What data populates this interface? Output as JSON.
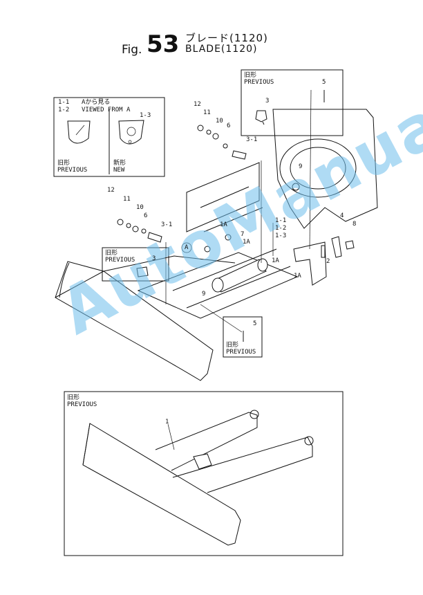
{
  "header": {
    "fig_prefix": "Fig.",
    "fig_number": "53",
    "title_jp": "ブレード(1120)",
    "title_en": "BLADE(1120)"
  },
  "inset_view_a": {
    "label_1_1": "1-1",
    "view_jp": "Aから見る",
    "label_1_2": "1-2",
    "view_en": "VIEWED FROM A",
    "label_1_3": "1-3",
    "previous_jp": "旧形",
    "previous_en": "PREVIOUS",
    "new_jp": "新形",
    "new_en": "NEW"
  },
  "inset_previous_bolt_top": {
    "previous_jp": "旧形",
    "previous_en": "PREVIOUS",
    "part_3": "3",
    "part_5": "5"
  },
  "inset_previous_bolt_left": {
    "previous_jp": "旧形",
    "previous_en": "PREVIOUS",
    "part_3": "3"
  },
  "inset_previous_pin": {
    "part_5": "5",
    "previous_jp": "旧形",
    "previous_en": "PREVIOUS"
  },
  "inset_previous_blade": {
    "previous_jp": "旧形",
    "previous_en": "PREVIOUS",
    "part_1": "1"
  },
  "callouts": {
    "c12a": "12",
    "c11a": "11",
    "c10a": "10",
    "c6a": "6",
    "c3_1a": "3-1",
    "c9a": "9",
    "c12b": "12",
    "c11b": "11",
    "c10b": "10",
    "c6b": "6",
    "c3_1b": "3-1",
    "c1A_a": "1A",
    "c7": "7",
    "c1A_b": "1A",
    "c1_1": "1-1",
    "c1_2": "1-2",
    "c1_3": "1-3",
    "c1A_c": "1A",
    "c1A_d": "1A",
    "c4": "4",
    "c8": "8",
    "c2": "2",
    "c9b": "9",
    "cA": "A"
  },
  "watermark": "AutoManual"
}
